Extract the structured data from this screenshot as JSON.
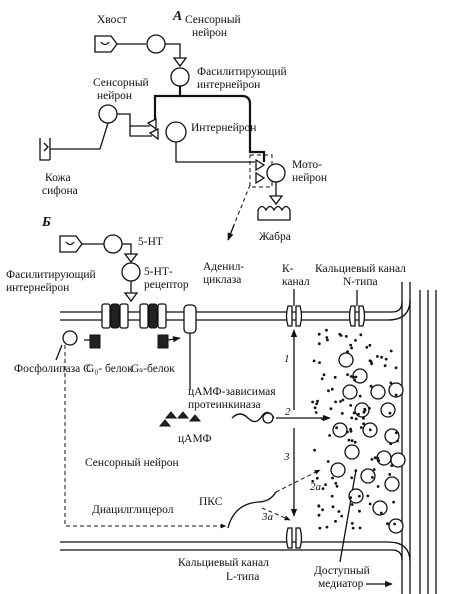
{
  "panel_a": {
    "letter": "А",
    "tail": "Хвост",
    "sensory_neuron_top": [
      "Сенсорный",
      "нейрон"
    ],
    "sensory_neuron_left": [
      "Сенсорный",
      "нейрон"
    ],
    "facilitating_interneuron": [
      "Фасилитирующий",
      "интернейрон"
    ],
    "interneuron": "Интернейрон",
    "siphon_skin": [
      "Кожа",
      "сифона"
    ],
    "motor_neuron": [
      "Мото-",
      "нейрон"
    ],
    "gill": "Жабра"
  },
  "panel_b": {
    "letter": "Б",
    "serotonin": "5-НТ",
    "facilitating_interneuron": [
      "Фасилитирующий",
      "интернейрон"
    ],
    "receptor": [
      "5-НТ-",
      "рецептор"
    ],
    "adenylate_cyclase": [
      "Аденил-",
      "циклаза"
    ],
    "k_channel": [
      "К-",
      "канал"
    ],
    "n_calcium_channel": [
      "Кальциевый канал",
      "N-типа"
    ],
    "phospholipase": "Фосфолипаза С",
    "go_protein": "G₀- белок",
    "gs_protein": "Gₛ-белок",
    "pka": [
      "цАМФ-зависимая",
      "протеинкиназа"
    ],
    "camp": "цАМФ",
    "sensory_neuron": "Сенсорный нейрон",
    "pkc": "ПКС",
    "diacylglycerol": "Диацилглицерол",
    "l_calcium_channel": [
      "Кальциевый канал",
      "L-типа"
    ],
    "available_mediator": [
      "Доступный",
      "медиатор"
    ],
    "pathway_numbers": [
      "1",
      "2",
      "3",
      "2а",
      "3а"
    ]
  }
}
